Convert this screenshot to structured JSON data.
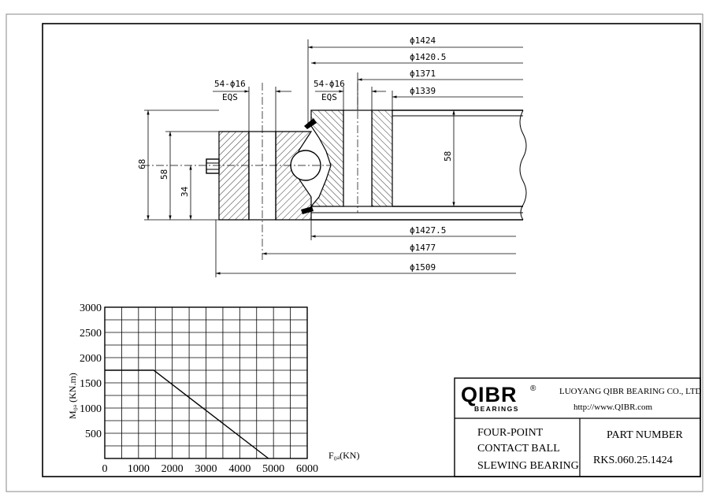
{
  "drawing": {
    "dims_top": {
      "d1424": "ϕ1424",
      "d1420_5": "ϕ1420.5",
      "d1371": "ϕ1371",
      "d1339": "ϕ1339"
    },
    "holes_left": {
      "count": "54-ϕ16",
      "eqs": "EQS"
    },
    "holes_right": {
      "count": "54-ϕ16",
      "eqs": "EQS"
    },
    "dims_bottom": {
      "d1427_5": "ϕ1427.5",
      "d1477": "ϕ1477",
      "d1509": "ϕ1509"
    },
    "vertical_dims": {
      "h68": "68",
      "h58_left": "58",
      "h34": "34",
      "h58_right": "58"
    }
  },
  "chart_data": {
    "type": "line",
    "xlabel": "F₀ₐ(KN)",
    "ylabel": "M₀ₐ (KN.m)",
    "xlim": [
      0,
      6000
    ],
    "ylim": [
      0,
      3000
    ],
    "x_ticks": [
      "0",
      "1000",
      "2000",
      "3000",
      "4000",
      "5000",
      "6000"
    ],
    "y_ticks": [
      "500",
      "1000",
      "1500",
      "2000",
      "2500",
      "3000"
    ],
    "grid": true,
    "series": [
      {
        "x": [
          0,
          1450,
          4850
        ],
        "y": [
          1750,
          1750,
          0
        ]
      }
    ]
  },
  "title_block": {
    "logo": "QIBR",
    "logo_sub": "BEARINGS",
    "registered": "®",
    "company": "LUOYANG QIBR BEARING CO., LTD",
    "url": "http://www.QIBR.com",
    "product_line1": "FOUR-POINT",
    "product_line2": "CONTACT BALL",
    "product_line3": "SLEWING BEARING",
    "part_label": "PART NUMBER",
    "part_number": "RKS.060.25.1424"
  }
}
